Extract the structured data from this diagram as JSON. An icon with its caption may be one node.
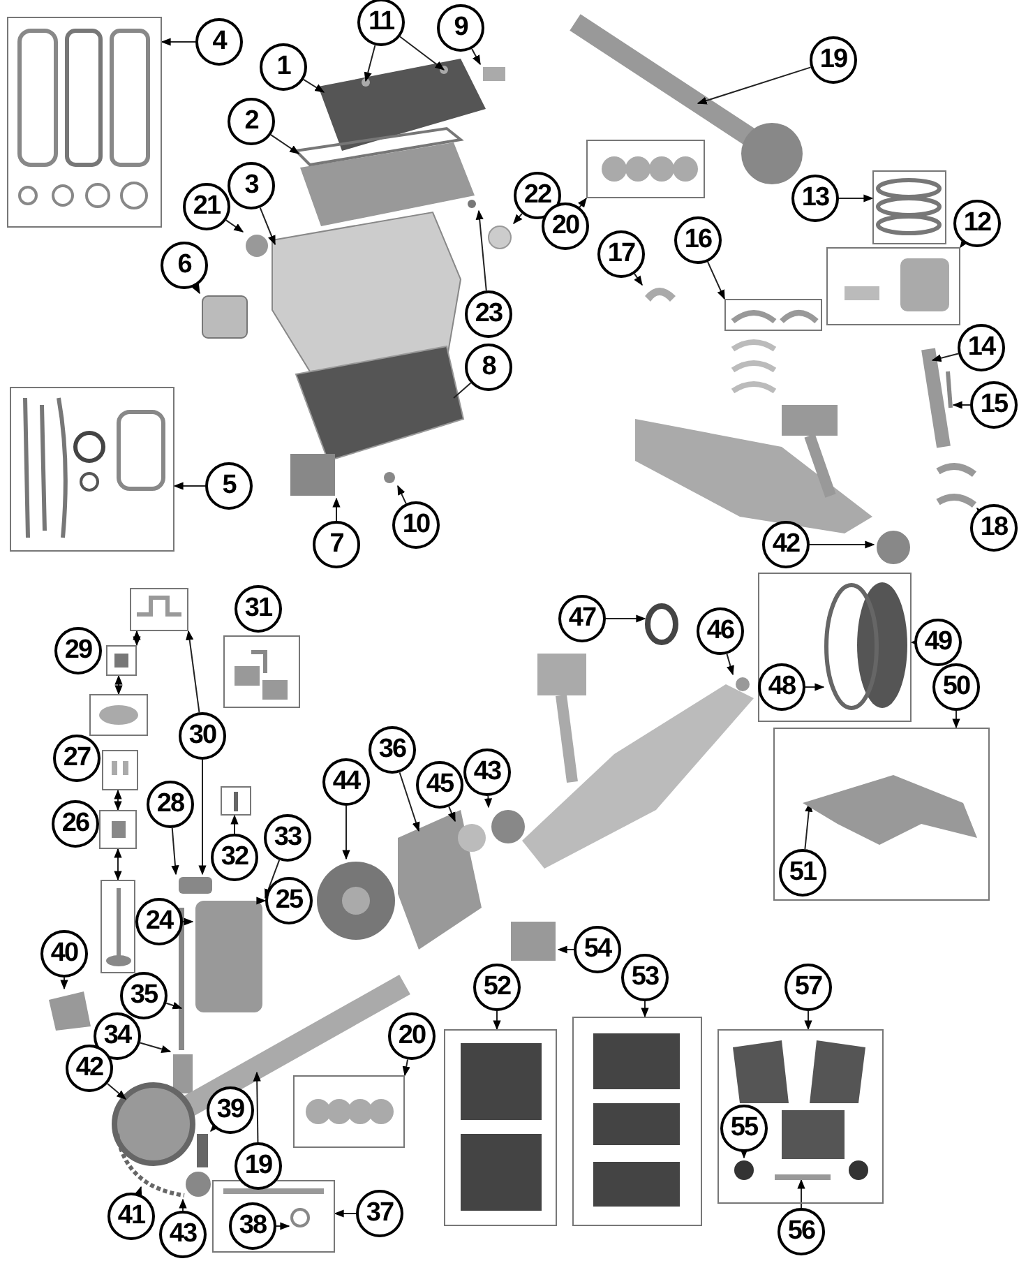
{
  "diagram": {
    "nodes": [
      {
        "text": [],
        "shape": "box"
      },
      {
        "text": [
          "4"
        ]
      },
      {
        "text": [
          "11"
        ]
      },
      {
        "text": [
          "9"
        ]
      },
      {
        "text": [
          "1"
        ]
      },
      {
        "text": [
          "2"
        ]
      },
      {
        "text": [
          "3"
        ]
      },
      {
        "text": [
          "21"
        ]
      },
      {
        "text": [
          "6"
        ]
      },
      {
        "text": [
          "22"
        ]
      },
      {
        "text": [
          "23"
        ]
      },
      {
        "text": [
          "8"
        ]
      },
      {
        "text": [],
        "shape": "box"
      },
      {
        "text": [
          "5"
        ]
      },
      {
        "text": [
          "7"
        ]
      },
      {
        "text": [
          "10"
        ]
      },
      {
        "text": [
          "19"
        ]
      },
      {
        "text": [],
        "shape": "box"
      },
      {
        "text": [
          "20"
        ]
      },
      {
        "text": [],
        "shape": "box"
      },
      {
        "text": [
          "13"
        ]
      },
      {
        "text": [],
        "shape": "box"
      },
      {
        "text": [
          "12"
        ]
      },
      {
        "text": [
          "17"
        ]
      },
      {
        "text": [
          "16"
        ]
      },
      {
        "text": [],
        "shape": "box"
      },
      {
        "text": [
          "14"
        ]
      },
      {
        "text": [
          "15"
        ]
      },
      {
        "text": [
          "18"
        ]
      },
      {
        "text": [
          "42"
        ]
      },
      {
        "text": [],
        "shape": "box"
      },
      {
        "text": [],
        "shape": "box"
      },
      {
        "text": [
          "29"
        ]
      },
      {
        "text": [],
        "shape": "box"
      },
      {
        "text": [
          "31"
        ]
      },
      {
        "text": [],
        "shape": "box"
      },
      {
        "text": [
          "30"
        ]
      },
      {
        "text": [],
        "shape": "box"
      },
      {
        "text": [
          "27"
        ]
      },
      {
        "text": [],
        "shape": "box"
      },
      {
        "text": [
          "26"
        ]
      },
      {
        "text": [
          "28"
        ]
      },
      {
        "text": [],
        "shape": "box"
      },
      {
        "text": [
          "32"
        ]
      },
      {
        "text": [
          "33"
        ]
      },
      {
        "text": [
          "25"
        ]
      },
      {
        "text": [],
        "shape": "box"
      },
      {
        "text": [
          "24"
        ]
      },
      {
        "text": [
          "44"
        ]
      },
      {
        "text": [
          "36"
        ]
      },
      {
        "text": [
          "45"
        ]
      },
      {
        "text": [
          "43"
        ]
      },
      {
        "text": [
          "47"
        ]
      },
      {
        "text": [
          "46"
        ]
      },
      {
        "text": [],
        "shape": "box"
      },
      {
        "text": [
          "48"
        ],
        "in": 54
      },
      {
        "text": [
          "49"
        ]
      },
      {
        "text": [
          "50"
        ]
      },
      {
        "text": [],
        "shape": "box"
      },
      {
        "text": [
          "51"
        ],
        "in": 58
      },
      {
        "text": [
          "40"
        ]
      },
      {
        "text": [
          "35"
        ]
      },
      {
        "text": [
          "34"
        ]
      },
      {
        "text": [
          "42"
        ]
      },
      {
        "text": [
          "54"
        ]
      },
      {
        "text": [
          "53"
        ]
      },
      {
        "text": [],
        "shape": "box"
      },
      {
        "text": [
          "52"
        ]
      },
      {
        "text": [],
        "shape": "box"
      },
      {
        "text": [
          "57"
        ]
      },
      {
        "text": [],
        "shape": "box"
      },
      {
        "text": [
          "55"
        ],
        "in": 70
      },
      {
        "text": [],
        "shape": "box"
      },
      {
        "text": [
          "20"
        ]
      },
      {
        "text": [
          "39"
        ]
      },
      {
        "text": [
          "19"
        ]
      },
      {
        "text": [],
        "shape": "box"
      },
      {
        "text": [
          "38"
        ],
        "in": 76
      },
      {
        "text": [
          "37"
        ]
      },
      {
        "text": [
          "41"
        ]
      },
      {
        "text": [
          "43"
        ]
      },
      {
        "text": [
          "56"
        ]
      },
      {
        "text": [],
        "shape": "circle",
        "in": 85
      },
      {
        "text": [],
        "shape": "circle",
        "in": 85
      },
      {
        "text": [],
        "shape": "box"
      },
      {
        "text": [],
        "shape": "picture"
      },
      {
        "text": [],
        "shape": "picture"
      },
      {
        "text": [],
        "shape": "picture"
      },
      {
        "text": [],
        "shape": "circle"
      },
      {
        "text": [],
        "shape": "box"
      },
      {
        "text": [],
        "shape": "circle"
      },
      {
        "text": [],
        "shape": "circle"
      },
      {
        "text": [],
        "shape": "picture"
      },
      {
        "text": [],
        "shape": "box"
      },
      {
        "text": [],
        "shape": "circle"
      },
      {
        "text": [],
        "shape": "picture"
      },
      {
        "text": [],
        "shape": "picture"
      },
      {
        "text": [],
        "shape": "bar"
      },
      {
        "text": [],
        "shape": "bar"
      },
      {
        "text": [],
        "shape": "picture"
      },
      {
        "text": [],
        "shape": "circle"
      },
      {
        "text": [],
        "shape": "box"
      },
      {
        "text": [],
        "shape": "bar"
      },
      {
        "text": [],
        "shape": "box"
      },
      {
        "text": [],
        "shape": "circle"
      },
      {
        "text": [],
        "shape": "picture"
      },
      {
        "text": [],
        "shape": "circle"
      },
      {
        "text": [],
        "shape": "circle"
      },
      {
        "text": [],
        "shape": "circle"
      },
      {
        "text": [],
        "shape": "circle"
      },
      {
        "text": [],
        "shape": "circle",
        "in": 54
      },
      {
        "text": [],
        "shape": "picture",
        "in": 58
      },
      {
        "text": [],
        "shape": "box"
      },
      {
        "text": [],
        "shape": "box"
      },
      {
        "text": [],
        "shape": "circle"
      },
      {
        "text": [],
        "shape": "box"
      },
      {
        "text": [],
        "shape": "circle",
        "in": 70
      },
      {
        "text": [],
        "shape": "box"
      },
      {
        "text": [],
        "shape": "bar"
      },
      {
        "text": [],
        "shape": "circle",
        "in": 76
      },
      {
        "text": [],
        "shape": "picture"
      },
      {
        "text": [],
        "shape": "circle"
      },
      {
        "text": [],
        "shape": "bar",
        "in": 70
      }
    ],
    "edges": [
      {
        "from": 1,
        "to": 0,
        "arrow": "to"
      },
      {
        "from": 2,
        "to": 82,
        "arrow": "to"
      },
      {
        "from": 2,
        "to": 83,
        "arrow": "to"
      },
      {
        "from": 3,
        "to": 84,
        "arrow": "to"
      },
      {
        "from": 4,
        "to": 85,
        "arrow": "to"
      },
      {
        "from": 5,
        "to": 86,
        "arrow": "to"
      },
      {
        "from": 6,
        "to": 87,
        "arrow": "to"
      },
      {
        "from": 7,
        "to": 88,
        "arrow": "to"
      },
      {
        "from": 8,
        "to": 89,
        "arrow": "to"
      },
      {
        "from": 9,
        "to": 90,
        "arrow": "to"
      },
      {
        "from": 10,
        "to": 91,
        "arrow": "to"
      },
      {
        "from": 11,
        "to": 92,
        "arrow": "none"
      },
      {
        "from": 13,
        "to": 12,
        "arrow": "to"
      },
      {
        "from": 14,
        "to": 93,
        "arrow": "to"
      },
      {
        "from": 15,
        "to": 94,
        "arrow": "to"
      },
      {
        "from": 16,
        "to": 95,
        "arrow": "to"
      },
      {
        "from": 18,
        "to": 17,
        "arrow": "to"
      },
      {
        "from": 20,
        "to": 19,
        "arrow": "to"
      },
      {
        "from": 22,
        "to": 21,
        "arrow": "to"
      },
      {
        "from": 23,
        "to": 96,
        "arrow": "to"
      },
      {
        "from": 24,
        "to": 25,
        "arrow": "to"
      },
      {
        "from": 26,
        "to": 97,
        "arrow": "to"
      },
      {
        "from": 27,
        "to": 98,
        "arrow": "to"
      },
      {
        "from": 28,
        "to": 99,
        "arrow": "to"
      },
      {
        "from": 29,
        "to": 100,
        "arrow": "to"
      },
      {
        "from": 31,
        "to": 30,
        "arrow": "both"
      },
      {
        "from": 31,
        "to": 35,
        "arrow": "both"
      },
      {
        "from": 36,
        "to": 30,
        "arrow": "to"
      },
      {
        "from": 36,
        "to": 101,
        "arrow": "to"
      },
      {
        "from": 37,
        "to": 39,
        "arrow": "both"
      },
      {
        "from": 39,
        "to": 46,
        "arrow": "both"
      },
      {
        "from": 41,
        "to": 101,
        "arrow": "to"
      },
      {
        "from": 43,
        "to": 42,
        "arrow": "to"
      },
      {
        "from": 44,
        "to": 103,
        "arrow": "to"
      },
      {
        "from": 45,
        "to": 103,
        "arrow": "to"
      },
      {
        "from": 47,
        "to": 103,
        "arrow": "to"
      },
      {
        "from": 48,
        "to": 104,
        "arrow": "to"
      },
      {
        "from": 49,
        "to": 105,
        "arrow": "to"
      },
      {
        "from": 50,
        "to": 106,
        "arrow": "to"
      },
      {
        "from": 51,
        "to": 107,
        "arrow": "to"
      },
      {
        "from": 52,
        "to": 108,
        "arrow": "to"
      },
      {
        "from": 53,
        "to": 109,
        "arrow": "to"
      },
      {
        "from": 55,
        "to": 110,
        "arrow": "to"
      },
      {
        "from": 56,
        "to": 54,
        "arrow": "to"
      },
      {
        "from": 57,
        "to": 58,
        "arrow": "to"
      },
      {
        "from": 59,
        "to": 111,
        "arrow": "to"
      },
      {
        "from": 60,
        "to": 112,
        "arrow": "to"
      },
      {
        "from": 61,
        "to": 102,
        "arrow": "to"
      },
      {
        "from": 62,
        "to": 113,
        "arrow": "to"
      },
      {
        "from": 63,
        "to": 114,
        "arrow": "to"
      },
      {
        "from": 64,
        "to": 115,
        "arrow": "to"
      },
      {
        "from": 65,
        "to": 66,
        "arrow": "to"
      },
      {
        "from": 67,
        "to": 68,
        "arrow": "to"
      },
      {
        "from": 69,
        "to": 70,
        "arrow": "to"
      },
      {
        "from": 71,
        "to": 116,
        "arrow": "to"
      },
      {
        "from": 73,
        "to": 72,
        "arrow": "to"
      },
      {
        "from": 74,
        "to": 117,
        "arrow": "to"
      },
      {
        "from": 75,
        "to": 118,
        "arrow": "to"
      },
      {
        "from": 77,
        "to": 119,
        "arrow": "to"
      },
      {
        "from": 78,
        "to": 76,
        "arrow": "to"
      },
      {
        "from": 79,
        "to": 120,
        "arrow": "to"
      },
      {
        "from": 80,
        "to": 121,
        "arrow": "to"
      },
      {
        "from": 81,
        "to": 122,
        "arrow": "to"
      }
    ]
  }
}
